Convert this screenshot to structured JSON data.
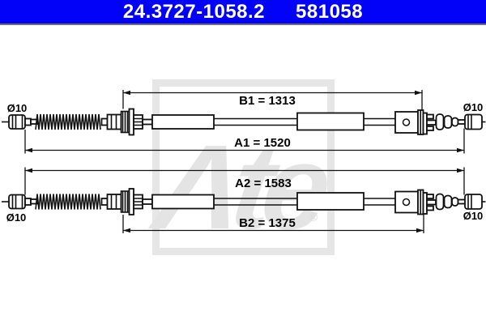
{
  "header": {
    "part_number": "24.3727-1058.2",
    "reference_number": "581058",
    "bar_color": "#0202f8",
    "text_color": "#ffffff"
  },
  "watermark": {
    "logo_text": "Ate",
    "registered_mark": "®",
    "color": "#e4e4e4"
  },
  "diagram": {
    "line_color": "#111111",
    "cable1": {
      "dim_b1": "B1 = 1313",
      "dim_a1": "A1 = 1520",
      "left_end_diameter": "Ø10",
      "right_end_diameter": "Ø10"
    },
    "cable2": {
      "dim_a2": "A2 = 1583",
      "dim_b2": "B2 = 1375",
      "left_end_diameter": "Ø10",
      "right_end_diameter": "Ø10"
    }
  }
}
